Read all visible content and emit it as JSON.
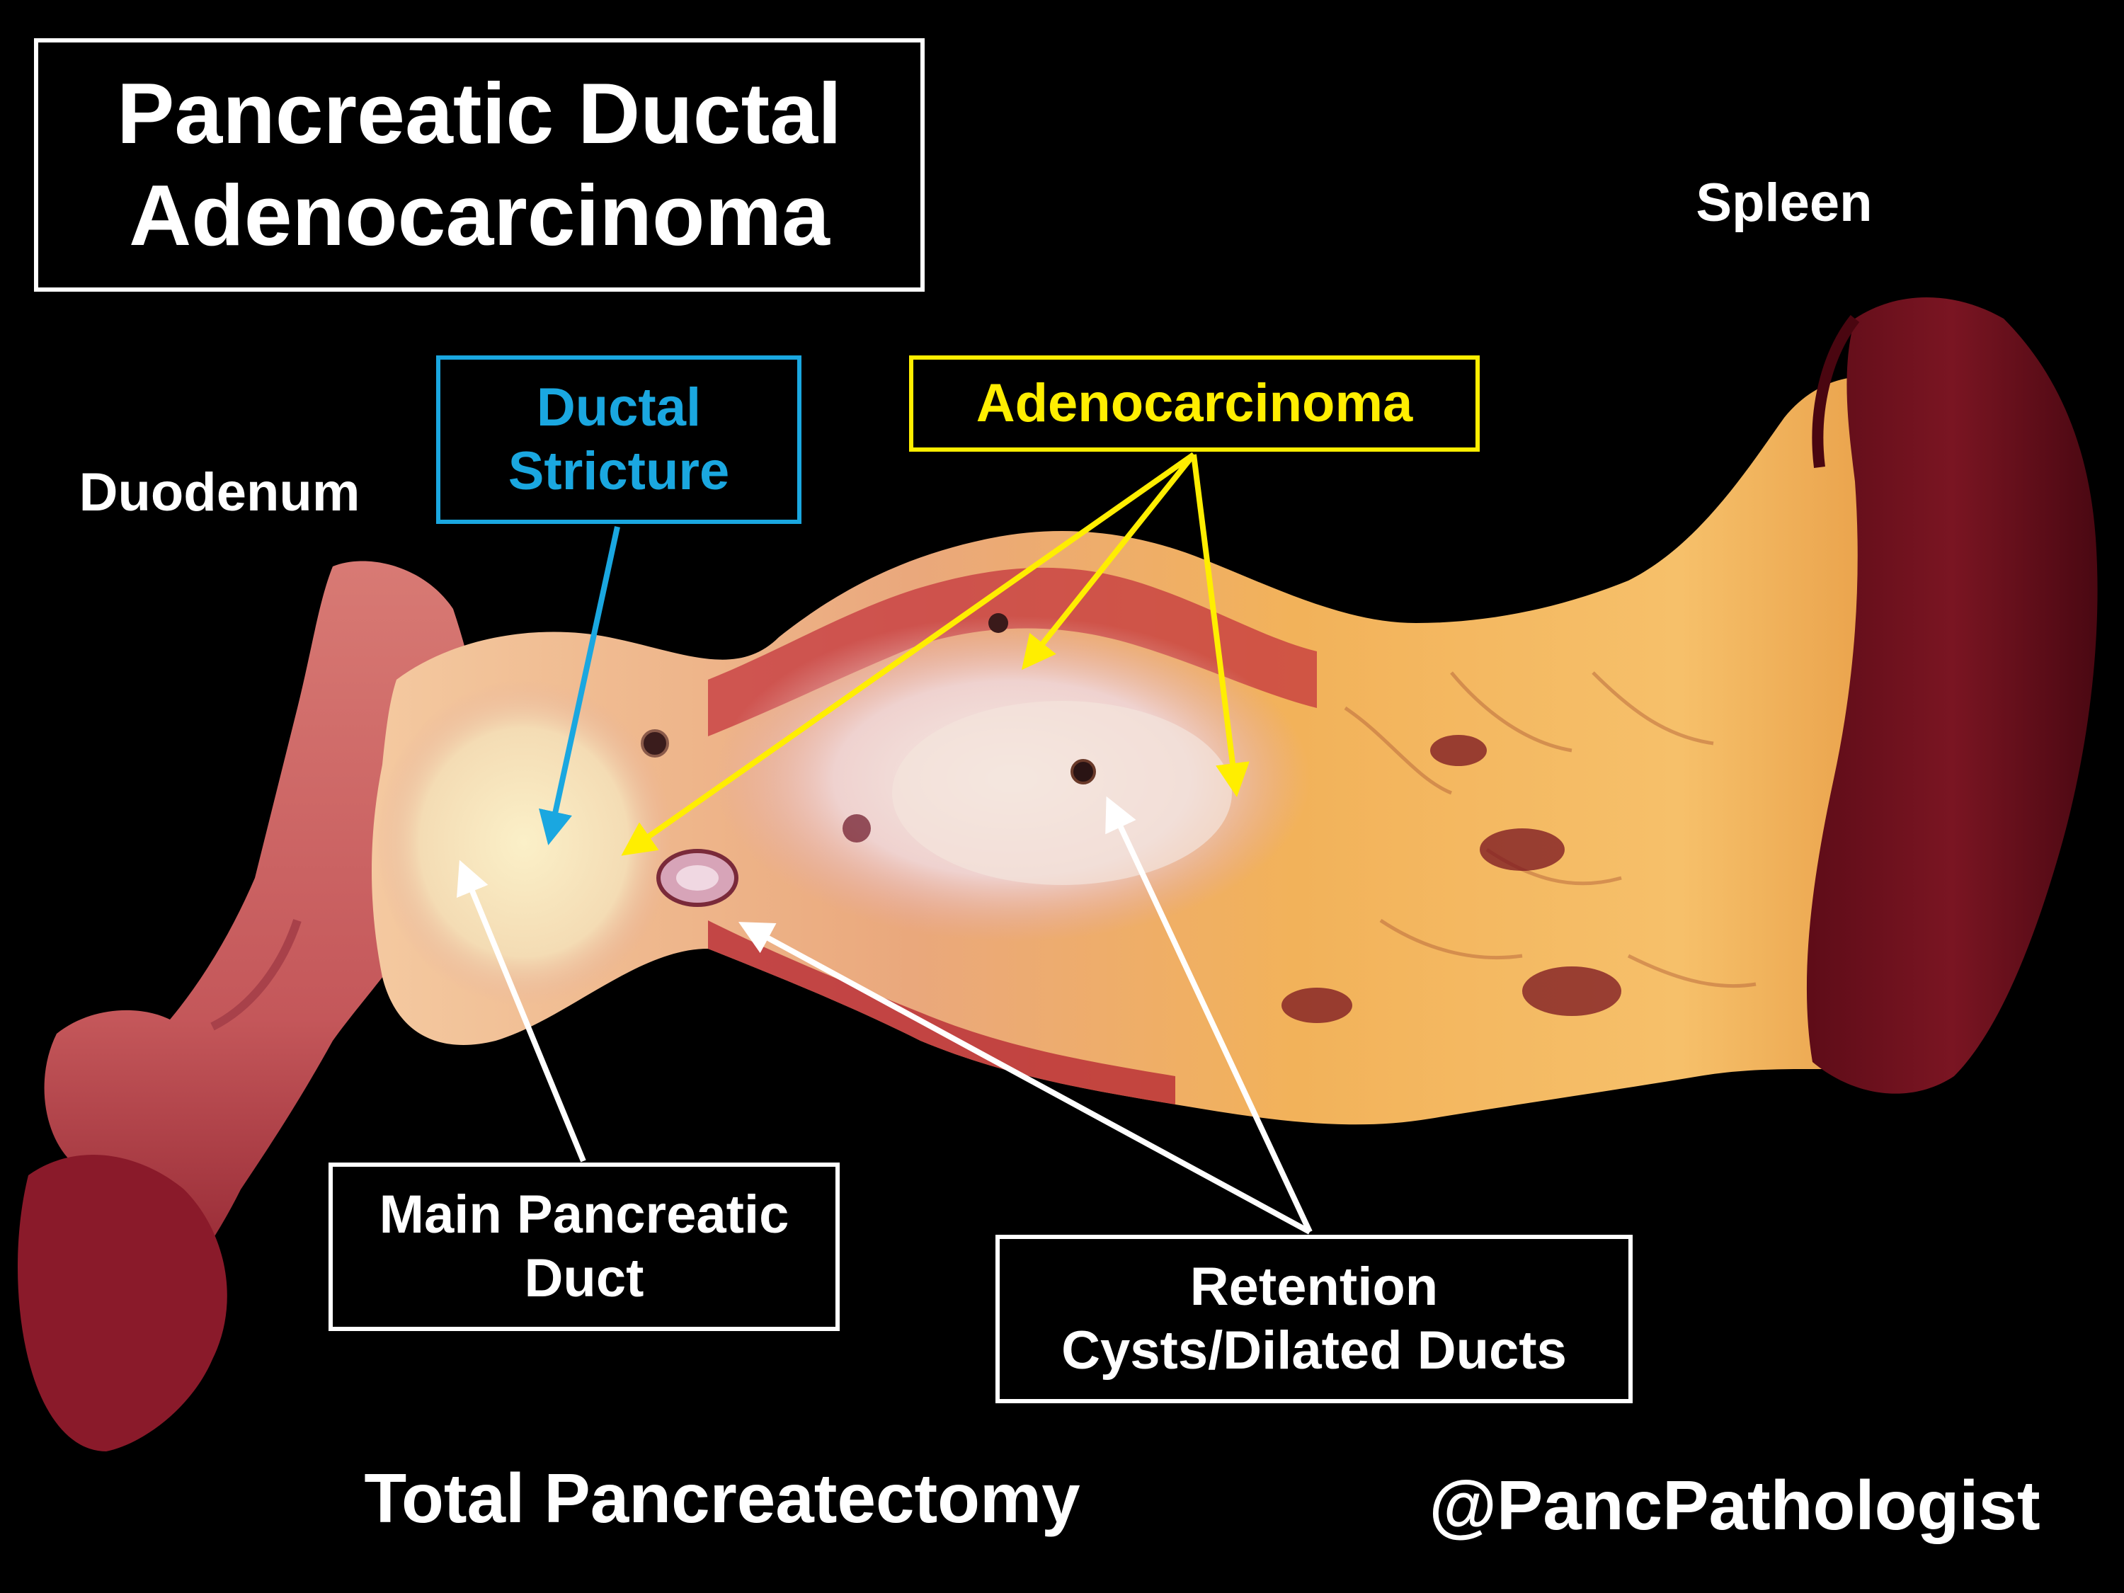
{
  "title": {
    "line1": "Pancreatic Ductal",
    "line2": "Adenocarcinoma"
  },
  "labels": {
    "duodenum": "Duodenum",
    "spleen": "Spleen",
    "procedure": "Total Pancreatectomy",
    "handle": "@PancPathologist"
  },
  "callouts": {
    "ductal_stricture": {
      "line1": "Ductal",
      "line2": "Stricture",
      "color": "#1aa7e0"
    },
    "adenocarcinoma": {
      "text": "Adenocarcinoma",
      "color": "#ffee00"
    },
    "main_duct": {
      "line1": "Main Pancreatic",
      "line2": "Duct",
      "color": "#ffffff"
    },
    "retention": {
      "line1": "Retention",
      "line2": "Cysts/Dilated Ducts",
      "color": "#ffffff"
    }
  },
  "colors": {
    "background": "#000000",
    "tissue_red": "#b8323a",
    "tissue_fat": "#f0b060",
    "tumor_white": "#f2dfd8",
    "spleen": "#6a0f1c"
  }
}
